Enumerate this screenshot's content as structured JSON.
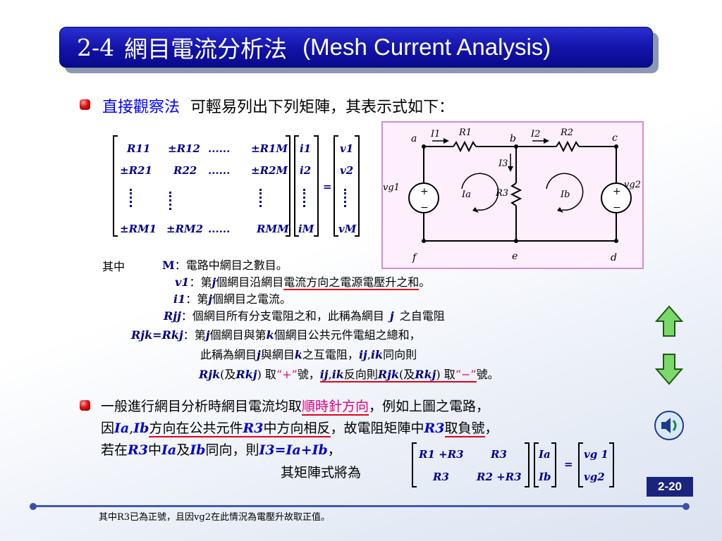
{
  "title": {
    "num": "2-4",
    "zh": "網目電流分析法",
    "en": "(Mesh Current Analysis)"
  },
  "intro": {
    "method": "直接觀察法",
    "rest": "可輕易列出下列矩陣，其表示式如下："
  },
  "matrix": {
    "rows": [
      [
        "R11",
        "±R12",
        "......",
        "±R1M"
      ],
      [
        "±R21",
        "R22",
        "......",
        "±R2M"
      ],
      [
        "±RM1",
        "±RM2",
        "......",
        "RMM"
      ]
    ],
    "currents": [
      "i1",
      "i2",
      "iM"
    ],
    "voltages": [
      "v1",
      "v2",
      "vM"
    ],
    "equals": "="
  },
  "circuit": {
    "nodes": [
      "a",
      "b",
      "c",
      "d",
      "e",
      "f"
    ],
    "labels": {
      "I1": "I1",
      "I2": "I2",
      "I3": "I3",
      "R1": "R1",
      "R2": "R2",
      "R3": "R3",
      "Ia": "Ia",
      "Ib": "Ib",
      "vg1": "vg1",
      "vg2": "vg2",
      "plus": "+",
      "minus": "−"
    }
  },
  "defs": {
    "intro": "其中",
    "m_label": "M",
    "m_text": "：電路中網目之數目。",
    "v_label": "v1",
    "v_text_a": "：第",
    "v_j": "j",
    "v_text_b": "個網目沿網目",
    "v_text_c": "電流方向之電源電壓升之和",
    "v_text_d": "。",
    "i_label": "i1",
    "i_text_a": "：第",
    "i_j": "j",
    "i_text_b": "個網目之電流。",
    "r_label": "Rjj",
    "r_text_a": "：個網目所有分支電阻之和，此稱為網目",
    "r_j": "j",
    "r_text_b": "之自電阻",
    "rjk_label": "Rjk=Rkj",
    "rjk_text_a": "：第",
    "rjk_j": "j",
    "rjk_text_b": "個網目與第",
    "rjk_k": "k",
    "rjk_text_c": "個網目公共元件電組之總和，",
    "line6_a": "此稱為網目",
    "line6_j": "j",
    "line6_b": "與網目",
    "line6_k": "k",
    "line6_c": "之互電阻，",
    "line6_ij": "ij",
    "line6_comma": ",",
    "line6_ik": "ik",
    "line6_d": "同向則",
    "line7_rjk": "Rjk",
    "line7_a": "(及",
    "line7_rkj": "Rkj",
    "line7_b": ") 取",
    "line7_plus": "“+”",
    "line7_c": "號，",
    "line7_ij": "ij",
    "line7_comma": ",",
    "line7_ik": "ik",
    "line7_d": "反向則",
    "line7_rjk2": "Rjk",
    "line7_e": "(及",
    "line7_rkj2": "Rkj",
    "line7_f": ") 取",
    "line7_minus": "“−”",
    "line7_g": "號。"
  },
  "general": {
    "l1_a": "一般進行網目分析時網目電流均取",
    "l1_b": "順時針方向",
    "l1_c": "，例如上圖之電路，",
    "l2_a": "因",
    "l2_ia": "Ia",
    "l2_comma": ",",
    "l2_ib": "Ib",
    "l2_b": "方向在公共元件",
    "l2_r3": "R3",
    "l2_c": "中方向相反",
    "l2_d": "，故電阻矩陣中",
    "l2_r3b": "R3",
    "l2_e": "取負號",
    "l2_f": "，",
    "l3_a": "若在",
    "l3_r3": "R3",
    "l3_b": "中",
    "l3_ia": "Ia",
    "l3_c": "及",
    "l3_ib": "Ib",
    "l3_d": "同向，則",
    "l3_eq": "I3=Ia+Ib",
    "l3_e": "，",
    "l4": "其矩陣式將為"
  },
  "matrix2": {
    "r11": "R1 +R3",
    "r12": "R3",
    "r21": "R3",
    "r22": "R2 +R3",
    "i1": "Ia",
    "i2": "Ib",
    "v1": "vg 1",
    "v2": "vg2",
    "equals": "="
  },
  "slide_number": "2-20",
  "footnote": "其中R3已為正號，且因vg2在此情況為電壓升故取正值。",
  "colors": {
    "title_bg": "#1212a8",
    "accent_blue": "#0000ff",
    "accent_red": "#e8001a",
    "magenta": "#e0007a"
  },
  "nav": {
    "up": "up-arrow-icon",
    "down": "down-arrow-icon",
    "sound": "speaker-icon"
  }
}
